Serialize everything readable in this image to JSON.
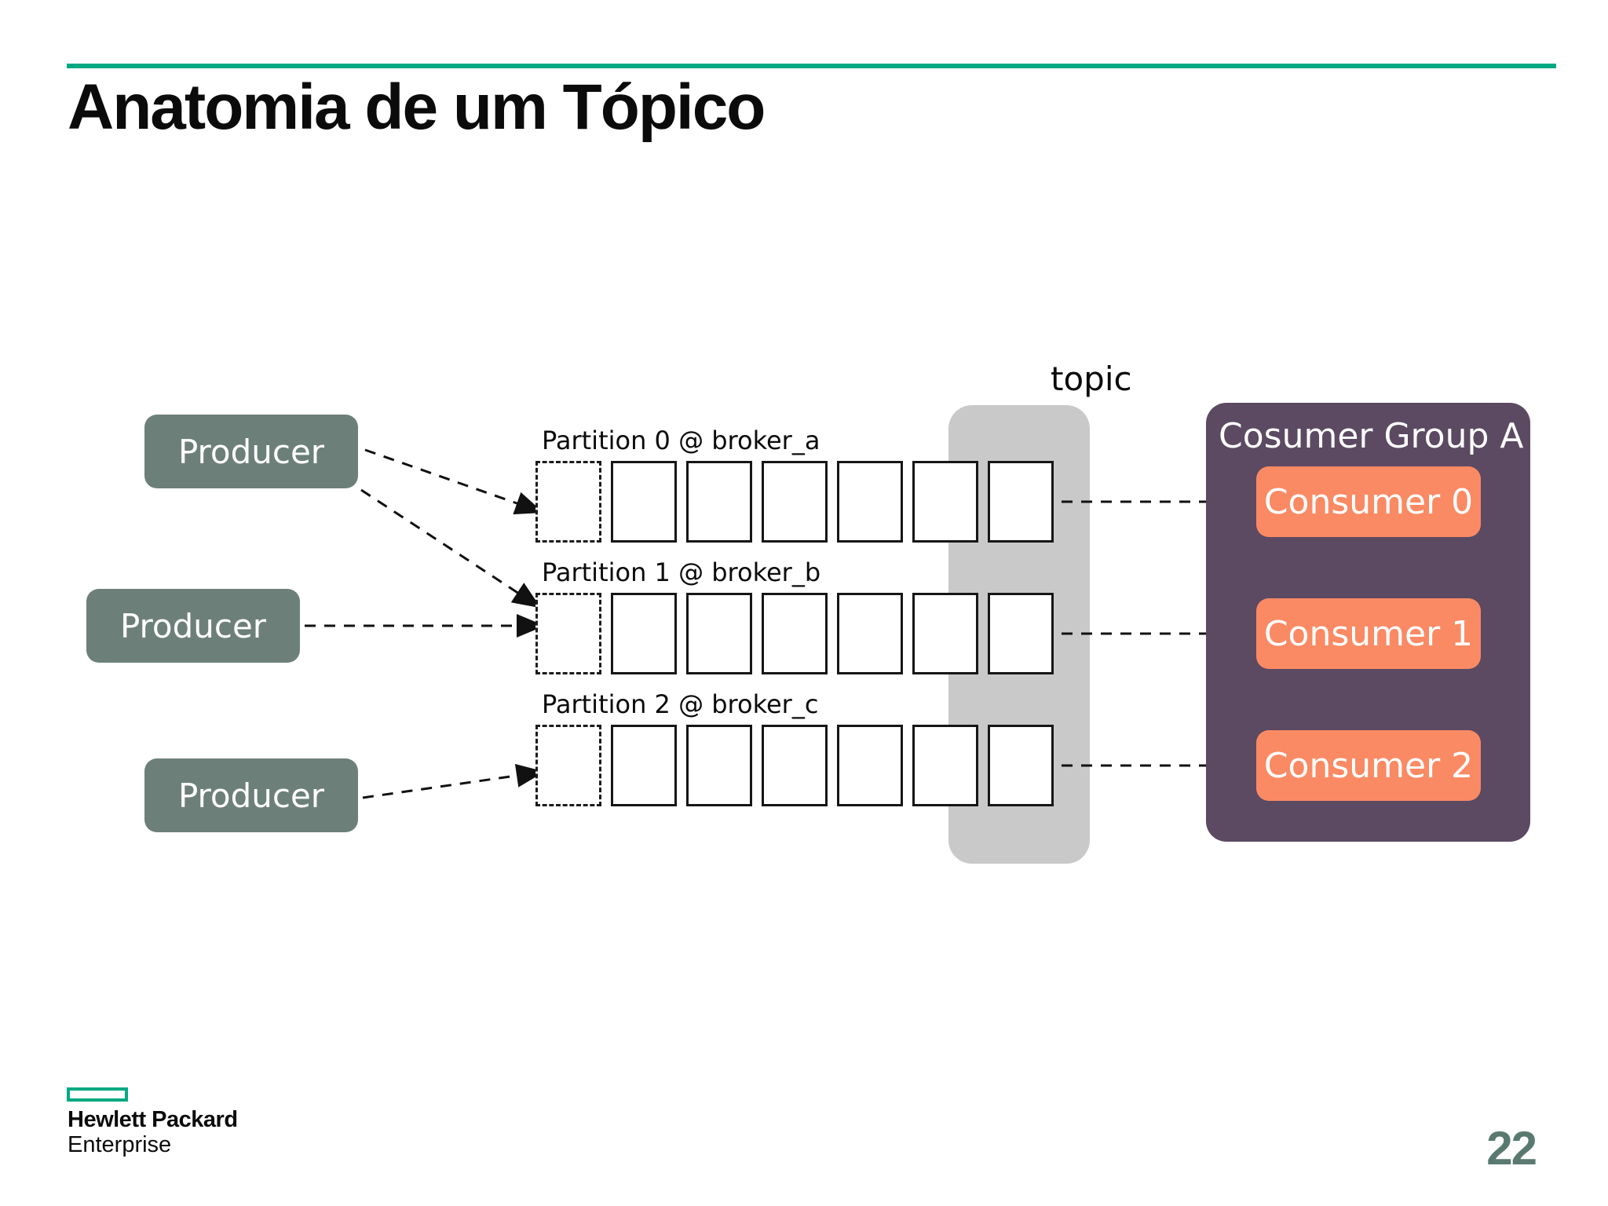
{
  "slide": {
    "title": "Anatomia de um Tópico",
    "page_number": "22",
    "logo": {
      "line1": "Hewlett Packard",
      "line2": "Enterprise"
    }
  },
  "diagram": {
    "producers": [
      {
        "label": "Producer"
      },
      {
        "label": "Producer"
      },
      {
        "label": "Producer"
      }
    ],
    "partitions": [
      {
        "label": "Partition 0 @ broker_a",
        "dashed_slots": 1,
        "solid_slots": 6
      },
      {
        "label": "Partition 1 @ broker_b",
        "dashed_slots": 1,
        "solid_slots": 6
      },
      {
        "label": "Partition 2 @ broker_c",
        "dashed_slots": 1,
        "solid_slots": 6
      }
    ],
    "topic_label": "topic",
    "consumer_group": {
      "title": "Cosumer Group A",
      "consumers": [
        {
          "label": "Consumer 0"
        },
        {
          "label": "Consumer 1"
        },
        {
          "label": "Consumer 2"
        }
      ]
    }
  },
  "colors": {
    "accent_green": "#01A982",
    "producer_fill": "#6D7F79",
    "topic_band_fill": "#C9C9C9",
    "consumer_group_fill": "#5C4962",
    "consumer_fill": "#FA8A64",
    "arrow": "#111111",
    "page_number": "#5A7A71"
  }
}
